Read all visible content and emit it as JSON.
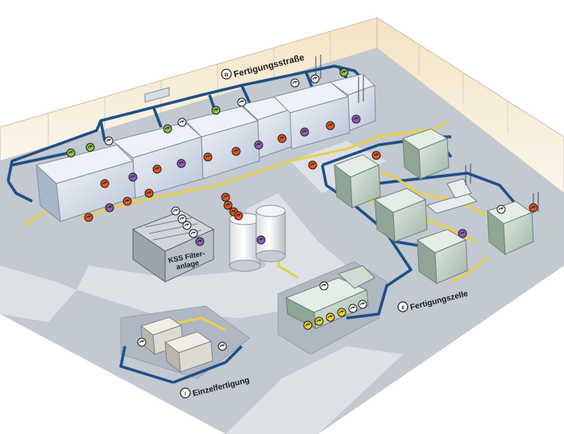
{
  "labels": {
    "line_3": "Fertigungsstraße",
    "line_3_numeral": "III",
    "cell_2": "Fertigungszelle",
    "cell_2_numeral": "II",
    "cell_1": "Einzelfertigung",
    "cell_1_numeral": "I",
    "filter_line1": "KSS Filter-",
    "filter_line2": "anlage"
  },
  "colors": {
    "floor": "#c2c9d1",
    "walkway": "#dde1e6",
    "pipe_blue": "#1f4f86",
    "pipe_yellow": "#e9cf4b",
    "wall": "#f1e7d2",
    "machine_blue": "#cdd7e4",
    "machine_green": "#b9cdc1",
    "sensor_orange": "#e2561e",
    "sensor_green": "#8cc04a",
    "sensor_purple": "#8f5cb6",
    "sensor_white": "#f4f4f4",
    "sensor_yellow": "#f0d232"
  },
  "sensors": [
    {
      "type": "green"
    },
    {
      "type": "green"
    },
    {
      "type": "white"
    },
    {
      "type": "green"
    },
    {
      "type": "white"
    },
    {
      "type": "green"
    },
    {
      "type": "white"
    },
    {
      "type": "white"
    },
    {
      "type": "white"
    },
    {
      "type": "green"
    },
    {
      "type": "orange"
    },
    {
      "type": "purple"
    },
    {
      "type": "orange"
    },
    {
      "type": "purple"
    },
    {
      "type": "orange"
    },
    {
      "type": "orange"
    },
    {
      "type": "purple"
    },
    {
      "type": "orange"
    },
    {
      "type": "purple"
    },
    {
      "type": "orange"
    },
    {
      "type": "purple"
    },
    {
      "type": "orange"
    },
    {
      "type": "orange"
    },
    {
      "type": "orange"
    },
    {
      "type": "purple"
    },
    {
      "type": "white"
    },
    {
      "type": "white"
    },
    {
      "type": "white"
    },
    {
      "type": "white"
    },
    {
      "type": "purple"
    },
    {
      "type": "orange"
    },
    {
      "type": "orange"
    },
    {
      "type": "orange"
    },
    {
      "type": "orange"
    },
    {
      "type": "purple"
    },
    {
      "type": "orange"
    },
    {
      "type": "orange"
    },
    {
      "type": "purple"
    },
    {
      "type": "white"
    },
    {
      "type": "yellow"
    },
    {
      "type": "yellow"
    },
    {
      "type": "yellow"
    },
    {
      "type": "yellow"
    },
    {
      "type": "white"
    },
    {
      "type": "white"
    },
    {
      "type": "white"
    },
    {
      "type": "white"
    },
    {
      "type": "white"
    },
    {
      "type": "orange"
    }
  ]
}
